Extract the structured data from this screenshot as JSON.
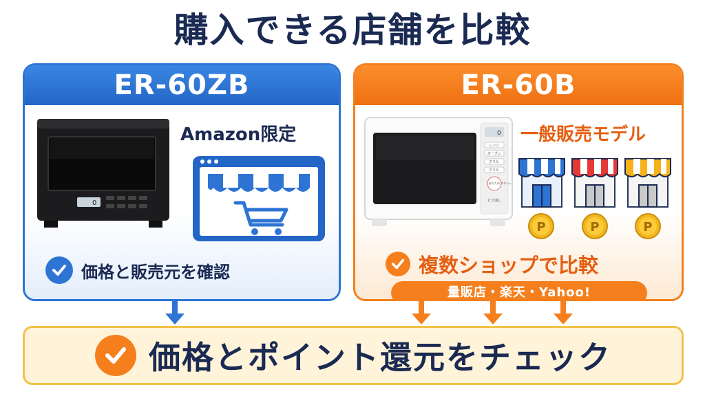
{
  "title": "購入できる店舗を比較",
  "left_panel": {
    "model": "ER-60ZB",
    "feature": "Amazon限定",
    "check_text": "価格と販売元を確認",
    "accent": "#2e74d4",
    "display_reading": "0"
  },
  "right_panel": {
    "model": "ER-60B",
    "feature": "一般販売モデル",
    "check_text": "複数ショップで比較",
    "shops": "量販店・楽天・Yahoo!",
    "accent": "#f47f1c",
    "display_reading": "0",
    "control_buttons": [
      "レンジ",
      "オーブン",
      "グリル",
      "グリル",
      "あたため スタート",
      "とり消し"
    ],
    "point_label": "P"
  },
  "banner": {
    "text": "価格とポイント還元をチェック"
  },
  "icons": [
    "microwave-black-icon",
    "laptop-store-icon",
    "cart-icon",
    "microwave-white-icon",
    "store-blue-icon",
    "store-red-icon",
    "store-yellow-icon",
    "point-coin-icon",
    "check-icon",
    "arrow-down-icon"
  ]
}
